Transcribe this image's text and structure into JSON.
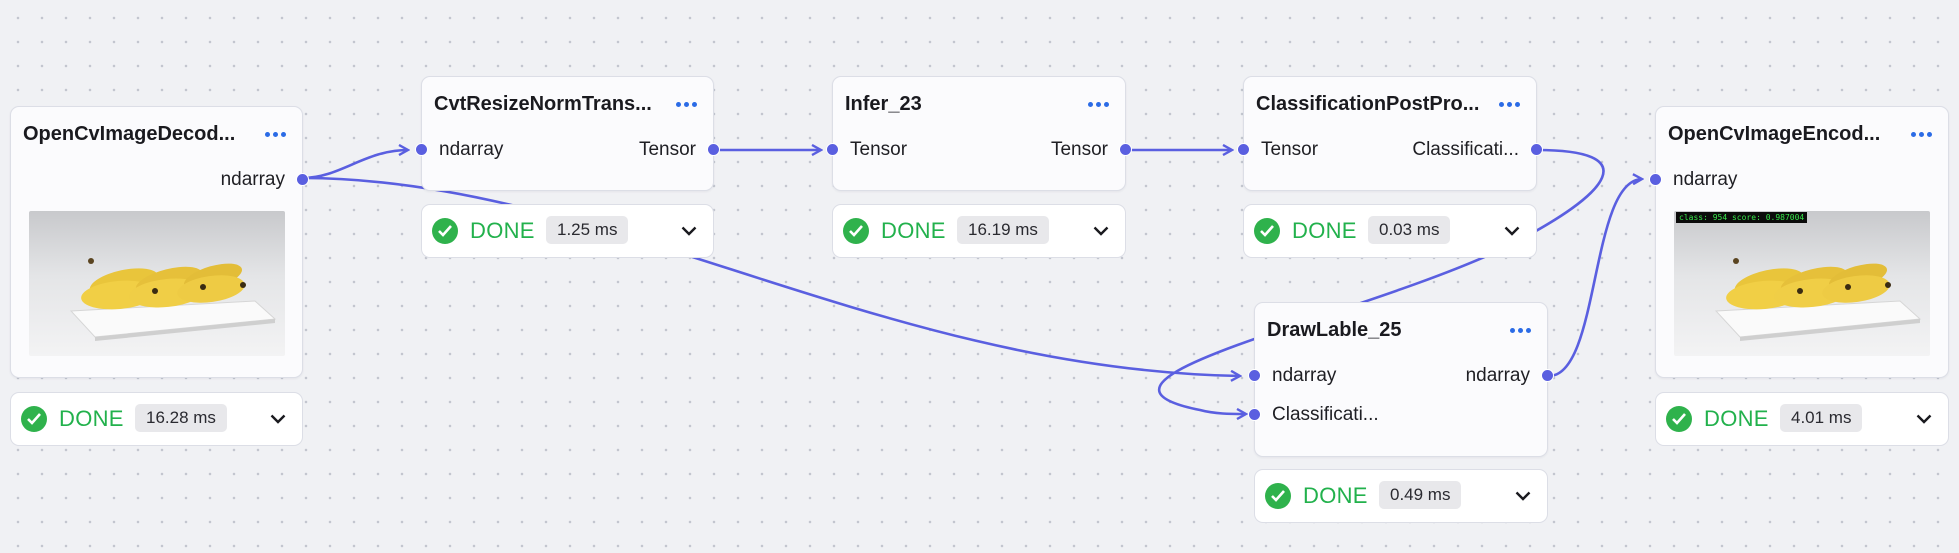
{
  "nodes": [
    {
      "id": "decode",
      "title": "OpenCvImageDecod...",
      "outputs": [
        "ndarray"
      ],
      "status": "DONE",
      "time": "16.28 ms"
    },
    {
      "id": "resize",
      "title": "CvtResizeNormTrans...",
      "inputs": [
        "ndarray"
      ],
      "outputs": [
        "Tensor"
      ],
      "status": "DONE",
      "time": "1.25 ms"
    },
    {
      "id": "infer",
      "title": "Infer_23",
      "inputs": [
        "Tensor"
      ],
      "outputs": [
        "Tensor"
      ],
      "status": "DONE",
      "time": "16.19 ms"
    },
    {
      "id": "postproc",
      "title": "ClassificationPostPro...",
      "inputs": [
        "Tensor"
      ],
      "outputs": [
        "Classificati..."
      ],
      "status": "DONE",
      "time": "0.03 ms"
    },
    {
      "id": "draw",
      "title": "DrawLable_25",
      "inputs": [
        "ndarray",
        "Classificati..."
      ],
      "outputs": [
        "ndarray"
      ],
      "status": "DONE",
      "time": "0.49 ms"
    },
    {
      "id": "encode",
      "title": "OpenCvImageEncod...",
      "inputs": [
        "ndarray"
      ],
      "status": "DONE",
      "time": "4.01 ms",
      "overlay_text": "class: 954 score: 0.987004"
    }
  ],
  "icons": {
    "menu": "more-horizontal-icon",
    "status": "check-circle-icon",
    "expand": "chevron-down-icon"
  },
  "colors": {
    "edge": "#5a5fe0",
    "done": "#22b14c",
    "menu_dots": "#2b6be6"
  }
}
